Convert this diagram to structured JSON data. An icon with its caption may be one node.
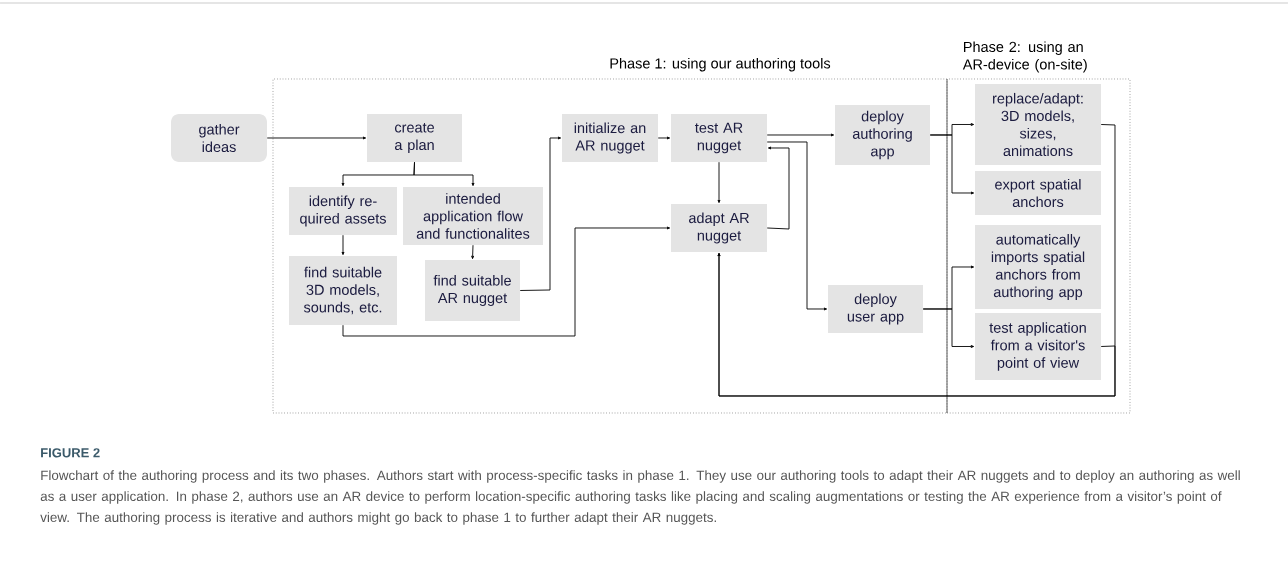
{
  "diagram": {
    "caption": "Flowchart of the authoring process and its two phases. Authors start with process-specific tasks in phase 1. They use our authoring tools to adapt their AR nuggets and to deploy an authoring as well as a user application. In phase 2, authors use an AR device to perform location-specific authoring tasks like placing and scaling augmentations or testing the AR experience from a visitor’s point of view. The authoring process is iterative and authors might go back to phase 1 to further adapt their AR nuggets.",
    "nodes": [
      {
        "text": [
          "gather ideas"
        ]
      },
      {
        "text": [
          "Phase 1: using our authoring tools"
        ]
      },
      {
        "text": [
          "Phase 2: using an AR-device (on-site)"
        ]
      },
      {
        "text": [
          "create a plan"
        ],
        "in": 1
      },
      {
        "text": [
          "identify re- quired assets"
        ],
        "in": 1
      },
      {
        "text": [
          "intended application flow and functionalites"
        ],
        "in": 1
      },
      {
        "text": [
          "find suitable 3D models, sounds, etc."
        ],
        "in": 1
      },
      {
        "text": [
          "find suitable AR nugget"
        ],
        "in": 1
      },
      {
        "text": [
          "initialize an AR nugget"
        ],
        "in": 1
      },
      {
        "text": [
          "test AR nugget"
        ],
        "in": 1
      },
      {
        "text": [
          "adapt AR nugget"
        ],
        "in": 1
      },
      {
        "text": [
          "deploy authoring app"
        ],
        "in": 1
      },
      {
        "text": [
          "deploy user app"
        ],
        "in": 1
      },
      {
        "text": [
          "replace/adapt: 3D models, sizes, animations"
        ],
        "in": 2
      },
      {
        "text": [
          "export spatial anchors"
        ],
        "in": 2
      },
      {
        "text": [
          "automatically imports spatial anchors from authoring app"
        ],
        "in": 2
      },
      {
        "text": [
          "test application from a visitor's point of view"
        ],
        "in": 2
      }
    ],
    "edges": [
      {
        "from": 0,
        "to": 3,
        "arrow": "to"
      },
      {
        "from": 3,
        "to": 4,
        "arrow": "to"
      },
      {
        "from": 3,
        "to": 5,
        "arrow": "to"
      },
      {
        "from": 4,
        "to": 6,
        "arrow": "to"
      },
      {
        "from": 5,
        "to": 7,
        "arrow": "to"
      },
      {
        "from": 7,
        "to": 8,
        "arrow": "to"
      },
      {
        "from": 8,
        "to": 9,
        "arrow": "to"
      },
      {
        "from": 9,
        "to": 10,
        "arrow": "to"
      },
      {
        "from": 9,
        "to": 11,
        "arrow": "to"
      },
      {
        "from": 9,
        "to": 12,
        "arrow": "to"
      },
      {
        "from": 10,
        "to": 9,
        "arrow": "to"
      },
      {
        "from": 6,
        "to": 10,
        "arrow": "to"
      },
      {
        "from": 11,
        "to": 13,
        "arrow": "to"
      },
      {
        "from": 11,
        "to": 14,
        "arrow": "to"
      },
      {
        "from": 12,
        "to": 15,
        "arrow": "to"
      },
      {
        "from": 12,
        "to": 16,
        "arrow": "to"
      },
      {
        "from": 13,
        "to": 10,
        "arrow": "to"
      },
      {
        "from": 16,
        "to": 10,
        "arrow": "to"
      }
    ],
    "labels": [
      "FIGURE 2"
    ]
  }
}
